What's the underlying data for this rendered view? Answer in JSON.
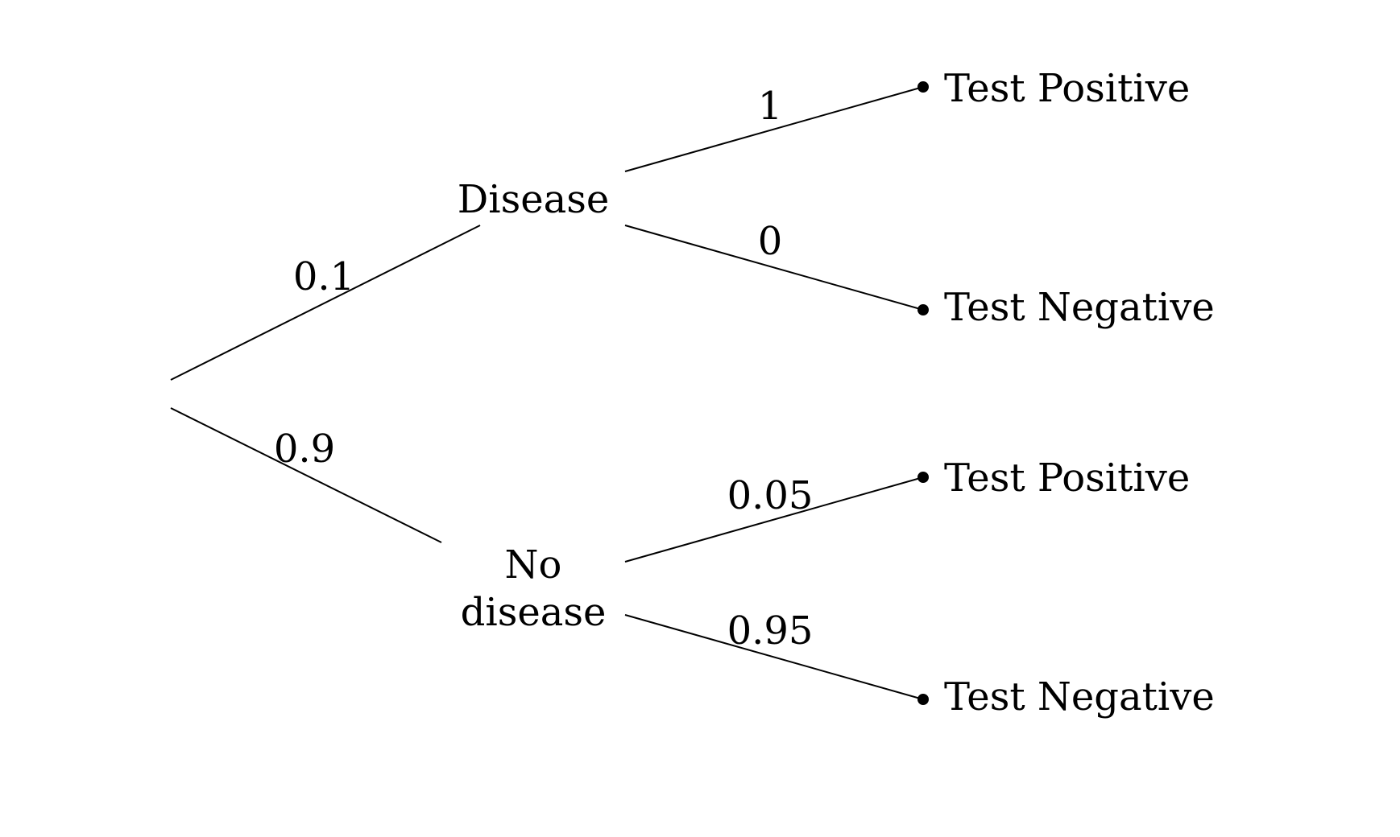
{
  "tree": {
    "nodes": {
      "disease": {
        "label": "Disease"
      },
      "no_disease": {
        "label_line1": "No",
        "label_line2": "disease"
      },
      "leaf_1": {
        "label": "Test Positive"
      },
      "leaf_2": {
        "label": "Test Negative"
      },
      "leaf_3": {
        "label": "Test Positive"
      },
      "leaf_4": {
        "label": "Test Negative"
      }
    },
    "edges": {
      "root_disease": {
        "probability": "0.1"
      },
      "root_no_disease": {
        "probability": "0.9"
      },
      "disease_pos": {
        "probability": "1"
      },
      "disease_neg": {
        "probability": "0"
      },
      "no_disease_pos": {
        "probability": "0.05"
      },
      "no_disease_neg": {
        "probability": "0.95"
      }
    }
  }
}
